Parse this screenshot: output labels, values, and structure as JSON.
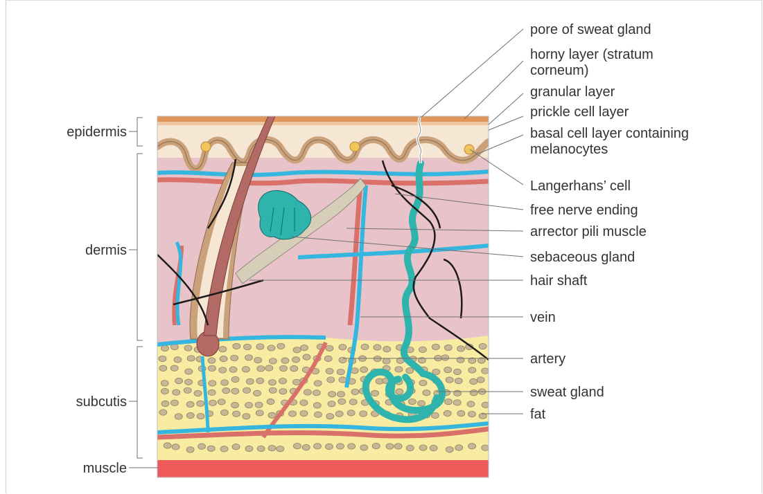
{
  "left_labels": {
    "epidermis": "epidermis",
    "dermis": "dermis",
    "subcutis": "subcutis",
    "muscle": "muscle"
  },
  "right_labels": {
    "pore": "pore of sweat gland",
    "horny_1": "horny layer (stratum",
    "horny_2": "corneum)",
    "granular": "granular layer",
    "prickle": "prickle cell layer",
    "basal_1": "basal cell layer containing",
    "basal_2": "melanocytes",
    "langerhans": "Langerhans’ cell",
    "nerve": "free nerve ending",
    "arrector": "arrector pili muscle",
    "sebaceous": "sebaceous gland",
    "hair": "hair shaft",
    "vein": "vein",
    "artery": "artery",
    "sweat": "sweat gland",
    "fat": "fat"
  },
  "colors": {
    "dermis": "#e8c4ca",
    "epidermis_light": "#f6e6d4",
    "horny": "#e2955a",
    "basal": "#c9a27c",
    "subcutis": "#f8eca2",
    "fat_cell": "#c8b796",
    "muscle": "#ee5a5a",
    "vein": "#34b6df",
    "artery": "#d9706a",
    "sweat_gland": "#2fb3ad",
    "hair": "#b46a64",
    "nerve": "#1e1a1a"
  }
}
